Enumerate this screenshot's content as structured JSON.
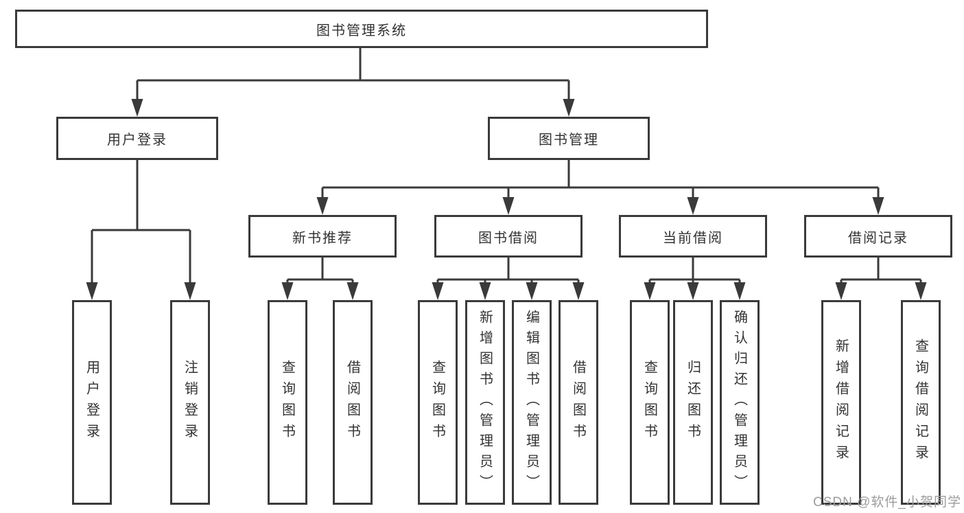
{
  "diagram": {
    "watermark": "CSDN @软件_小贺同学",
    "colors": {
      "line": "#3a3a3a",
      "box_border": "#3a3a3a",
      "box_background": "#ffffff",
      "text": "#333333",
      "watermark": "#9c9c9c"
    },
    "nodes": {
      "root": {
        "label": "图书管理系统"
      },
      "user_login": {
        "label": "用户登录"
      },
      "book_mgmt": {
        "label": "图书管理"
      },
      "new_book_rec": {
        "label": "新书推荐"
      },
      "book_borrow": {
        "label": "图书借阅"
      },
      "current_borrow": {
        "label": "当前借阅"
      },
      "borrow_records": {
        "label": "借阅记录"
      },
      "leaf_user_login": {
        "label": "用户登录"
      },
      "leaf_logout": {
        "label": "注销登录"
      },
      "leaf_nbr_query_book": {
        "label": "查询图书"
      },
      "leaf_nbr_borrow_book": {
        "label": "借阅图书"
      },
      "leaf_bb_query_book": {
        "label": "查询图书"
      },
      "leaf_bb_add_book": {
        "label": "新增图书（管理员）"
      },
      "leaf_bb_edit_book": {
        "label": "编辑图书（管理员）"
      },
      "leaf_bb_borrow_book": {
        "label": "借阅图书"
      },
      "leaf_cb_query_book": {
        "label": "查询图书"
      },
      "leaf_cb_return_book": {
        "label": "归还图书"
      },
      "leaf_cb_confirm_return": {
        "label": "确认归还（管理员）"
      },
      "leaf_br_add_record": {
        "label": "新增借阅记录"
      },
      "leaf_br_query_record": {
        "label": "查询借阅记录"
      }
    }
  }
}
